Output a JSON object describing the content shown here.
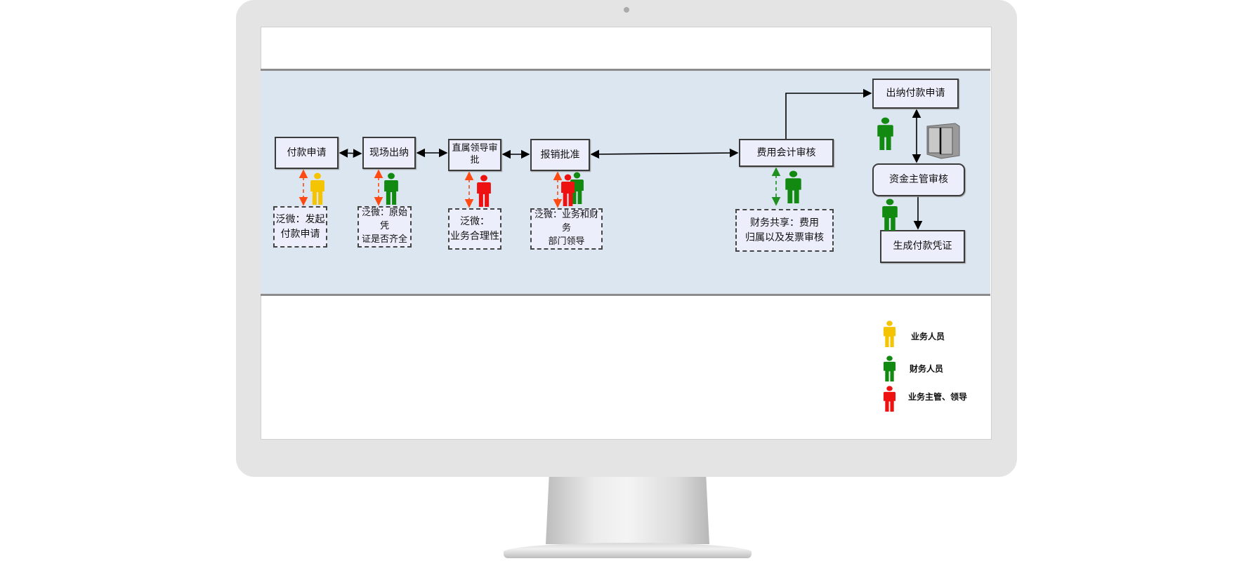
{
  "colors": {
    "yellow": "#f5c400",
    "green": "#128a12",
    "red": "#ee1111",
    "arrow_orange": "#ff4a14",
    "arrow_green": "#1f8f1f",
    "band": "#dce6f1"
  },
  "diagram": {
    "steps": [
      {
        "label": "付款申请"
      },
      {
        "label": "现场出纳"
      },
      {
        "label": "直属领导审批"
      },
      {
        "label": "报销批准"
      },
      {
        "label": "费用会计审核"
      },
      {
        "label": "出纳付款申请"
      },
      {
        "label": "资金主管审核"
      },
      {
        "label": "生成付款凭证"
      }
    ],
    "notes": [
      {
        "line1": "泛微：发起",
        "line2": "付款申请"
      },
      {
        "line1": "泛微：原始凭",
        "line2": "证是否齐全"
      },
      {
        "line1": "泛微：",
        "line2": "业务合理性"
      },
      {
        "line1": "泛微：业务和财务",
        "line2": "部门领导"
      },
      {
        "line1": "财务共享：费用",
        "line2": "归属以及发票审核"
      }
    ],
    "server_icon": "server-cabinet-icon"
  },
  "legend": [
    {
      "label": "业务人员",
      "color": "yellow"
    },
    {
      "label": "财务人员",
      "color": "green"
    },
    {
      "label": "业务主管、领导",
      "color": "red"
    }
  ]
}
